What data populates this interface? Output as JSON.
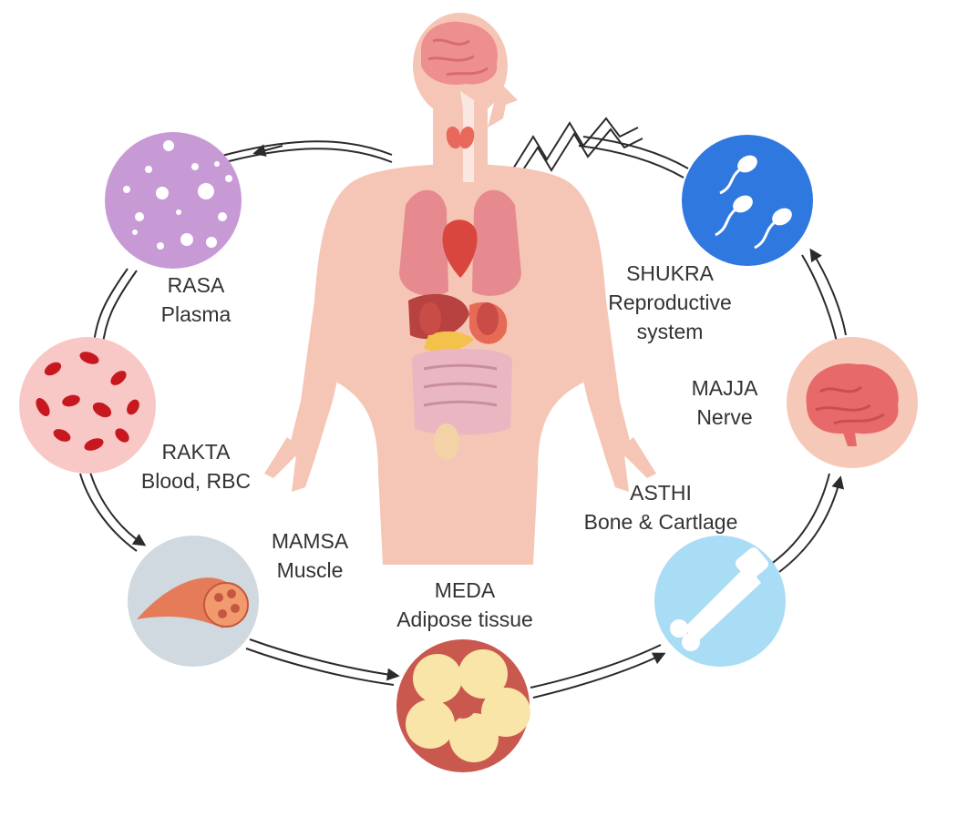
{
  "colors": {
    "skin": "#f5c6b5",
    "arrow": "#2b2b2b",
    "text": "#333333"
  },
  "dhatus": [
    {
      "id": "rasa",
      "name": "RASA",
      "desc": "Plasma",
      "circle_color": "#c79ad6",
      "icon": "plasma-dots-icon"
    },
    {
      "id": "rakta",
      "name": "RAKTA",
      "desc": "Blood, RBC",
      "circle_color": "#f8c8c6",
      "icon": "red-blood-cells-icon"
    },
    {
      "id": "mamsa",
      "name": "MAMSA",
      "desc": "Muscle",
      "circle_color": "#cfd9df",
      "icon": "muscle-fiber-icon"
    },
    {
      "id": "meda",
      "name": "MEDA",
      "desc": "Adipose tissue",
      "circle_color": "#c9584f",
      "icon": "fat-cells-icon"
    },
    {
      "id": "asthi",
      "name": "ASTHI",
      "desc": "Bone & Cartlage",
      "circle_color": "#a9dcf5",
      "icon": "bone-icon"
    },
    {
      "id": "majja",
      "name": "MAJJA",
      "desc": "Nerve",
      "circle_color": "#f6c8b8",
      "icon": "brain-icon"
    },
    {
      "id": "shukra",
      "name": "SHUKRA",
      "desc": "Reproductive system",
      "desc_lines": [
        "Reproductive",
        "system"
      ],
      "circle_color": "#2f78e0",
      "icon": "sperm-cells-icon"
    }
  ]
}
